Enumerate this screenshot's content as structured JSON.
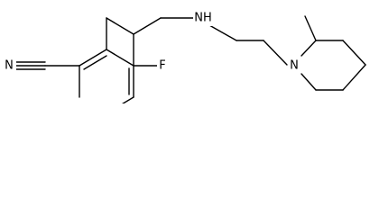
{
  "molecule": {
    "atoms": {
      "nitrile_n": "N",
      "fluorine": "F",
      "amine_nh": "NH",
      "piperidine_n": "N"
    },
    "colors": {
      "bond": "#000000",
      "text": "#000000",
      "background": "#ffffff"
    }
  }
}
